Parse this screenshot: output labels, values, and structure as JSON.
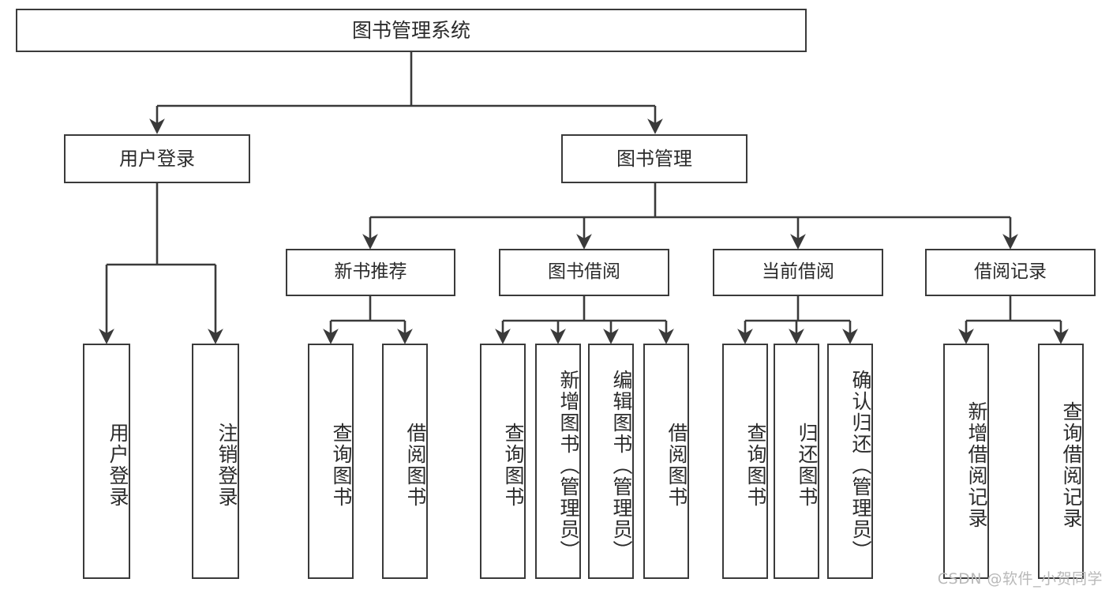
{
  "diagram": {
    "title": "图书管理系统",
    "type": "tree",
    "root": {
      "label": "图书管理系统"
    },
    "level1": [
      {
        "label": "用户登录"
      },
      {
        "label": "图书管理"
      }
    ],
    "level2": [
      {
        "label": "新书推荐"
      },
      {
        "label": "图书借阅"
      },
      {
        "label": "当前借阅"
      },
      {
        "label": "借阅记录"
      }
    ],
    "leaves": {
      "user_login": [
        {
          "label": "用户登录"
        },
        {
          "label": "注销登录"
        }
      ],
      "new_book_recommend": [
        {
          "label": "查询图书"
        },
        {
          "label": "借阅图书"
        }
      ],
      "book_borrow": [
        {
          "label": "查询图书"
        },
        {
          "label": "新增图书（管理员）"
        },
        {
          "label": "编辑图书（管理员）"
        },
        {
          "label": "借阅图书"
        }
      ],
      "current_borrow": [
        {
          "label": "查询图书"
        },
        {
          "label": "归还图书"
        },
        {
          "label": "确认归还（管理员）"
        }
      ],
      "borrow_record": [
        {
          "label": "新增借阅记录"
        },
        {
          "label": "查询借阅记录"
        }
      ]
    },
    "watermark": "CSDN @软件_小贺同学",
    "colors": {
      "stroke": "#3a3a3a",
      "text": "#2b2b2b",
      "background": "#ffffff",
      "watermark": "#b9b9b9"
    }
  }
}
